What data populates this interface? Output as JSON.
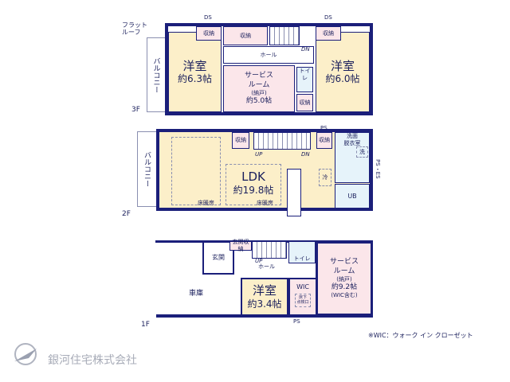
{
  "colors": {
    "wall": "#1b1f7a",
    "room": "#fcefc9",
    "service_room": "#fbe6ea",
    "wet_area": "#e6f3fa"
  },
  "floor3": {
    "label": "3F",
    "flat_roof": "フラット\nルーフ",
    "balcony": "バルコニー",
    "ds_left": "DS",
    "ds_right": "DS",
    "room_left": {
      "name": "洋室",
      "size": "約6.3帖"
    },
    "room_right": {
      "name": "洋室",
      "size": "約6.0帖"
    },
    "service": {
      "name": "サービス\nルーム",
      "sub": "(納戸)",
      "size": "約5.0帖"
    },
    "storage": "収納",
    "hall": "ホール",
    "toilet": "トイレ",
    "dn": "DN"
  },
  "floor2": {
    "label": "2F",
    "balcony": "バルコニー",
    "ps": "PS",
    "ps_es": "PS・ES",
    "ldk": {
      "name": "LDK",
      "size": "約19.8帖"
    },
    "floor_heating": "床暖房",
    "storage": "収納",
    "up": "UP",
    "dn": "DN",
    "washroom": "洗面\n脱衣室",
    "washer": "洗",
    "fridge": "冷",
    "bath": "UB"
  },
  "floor1": {
    "label": "1F",
    "garage": "車庫",
    "entrance": "玄関",
    "entrance_storage": "玄関収納",
    "up": "UP",
    "hall": "ホール",
    "toilet": "トイレ",
    "room": {
      "name": "洋室",
      "size": "約3.4帖"
    },
    "wic": "WIC",
    "underfloor": "床下\n点検口",
    "ps": "PS",
    "service": {
      "name": "サービス\nルーム",
      "sub": "(納戸)",
      "size": "約9.2帖",
      "note": "(WIC含む)"
    }
  },
  "note": "※WIC：ウォーク イン クローゼット",
  "company": "銀河住宅株式会社"
}
